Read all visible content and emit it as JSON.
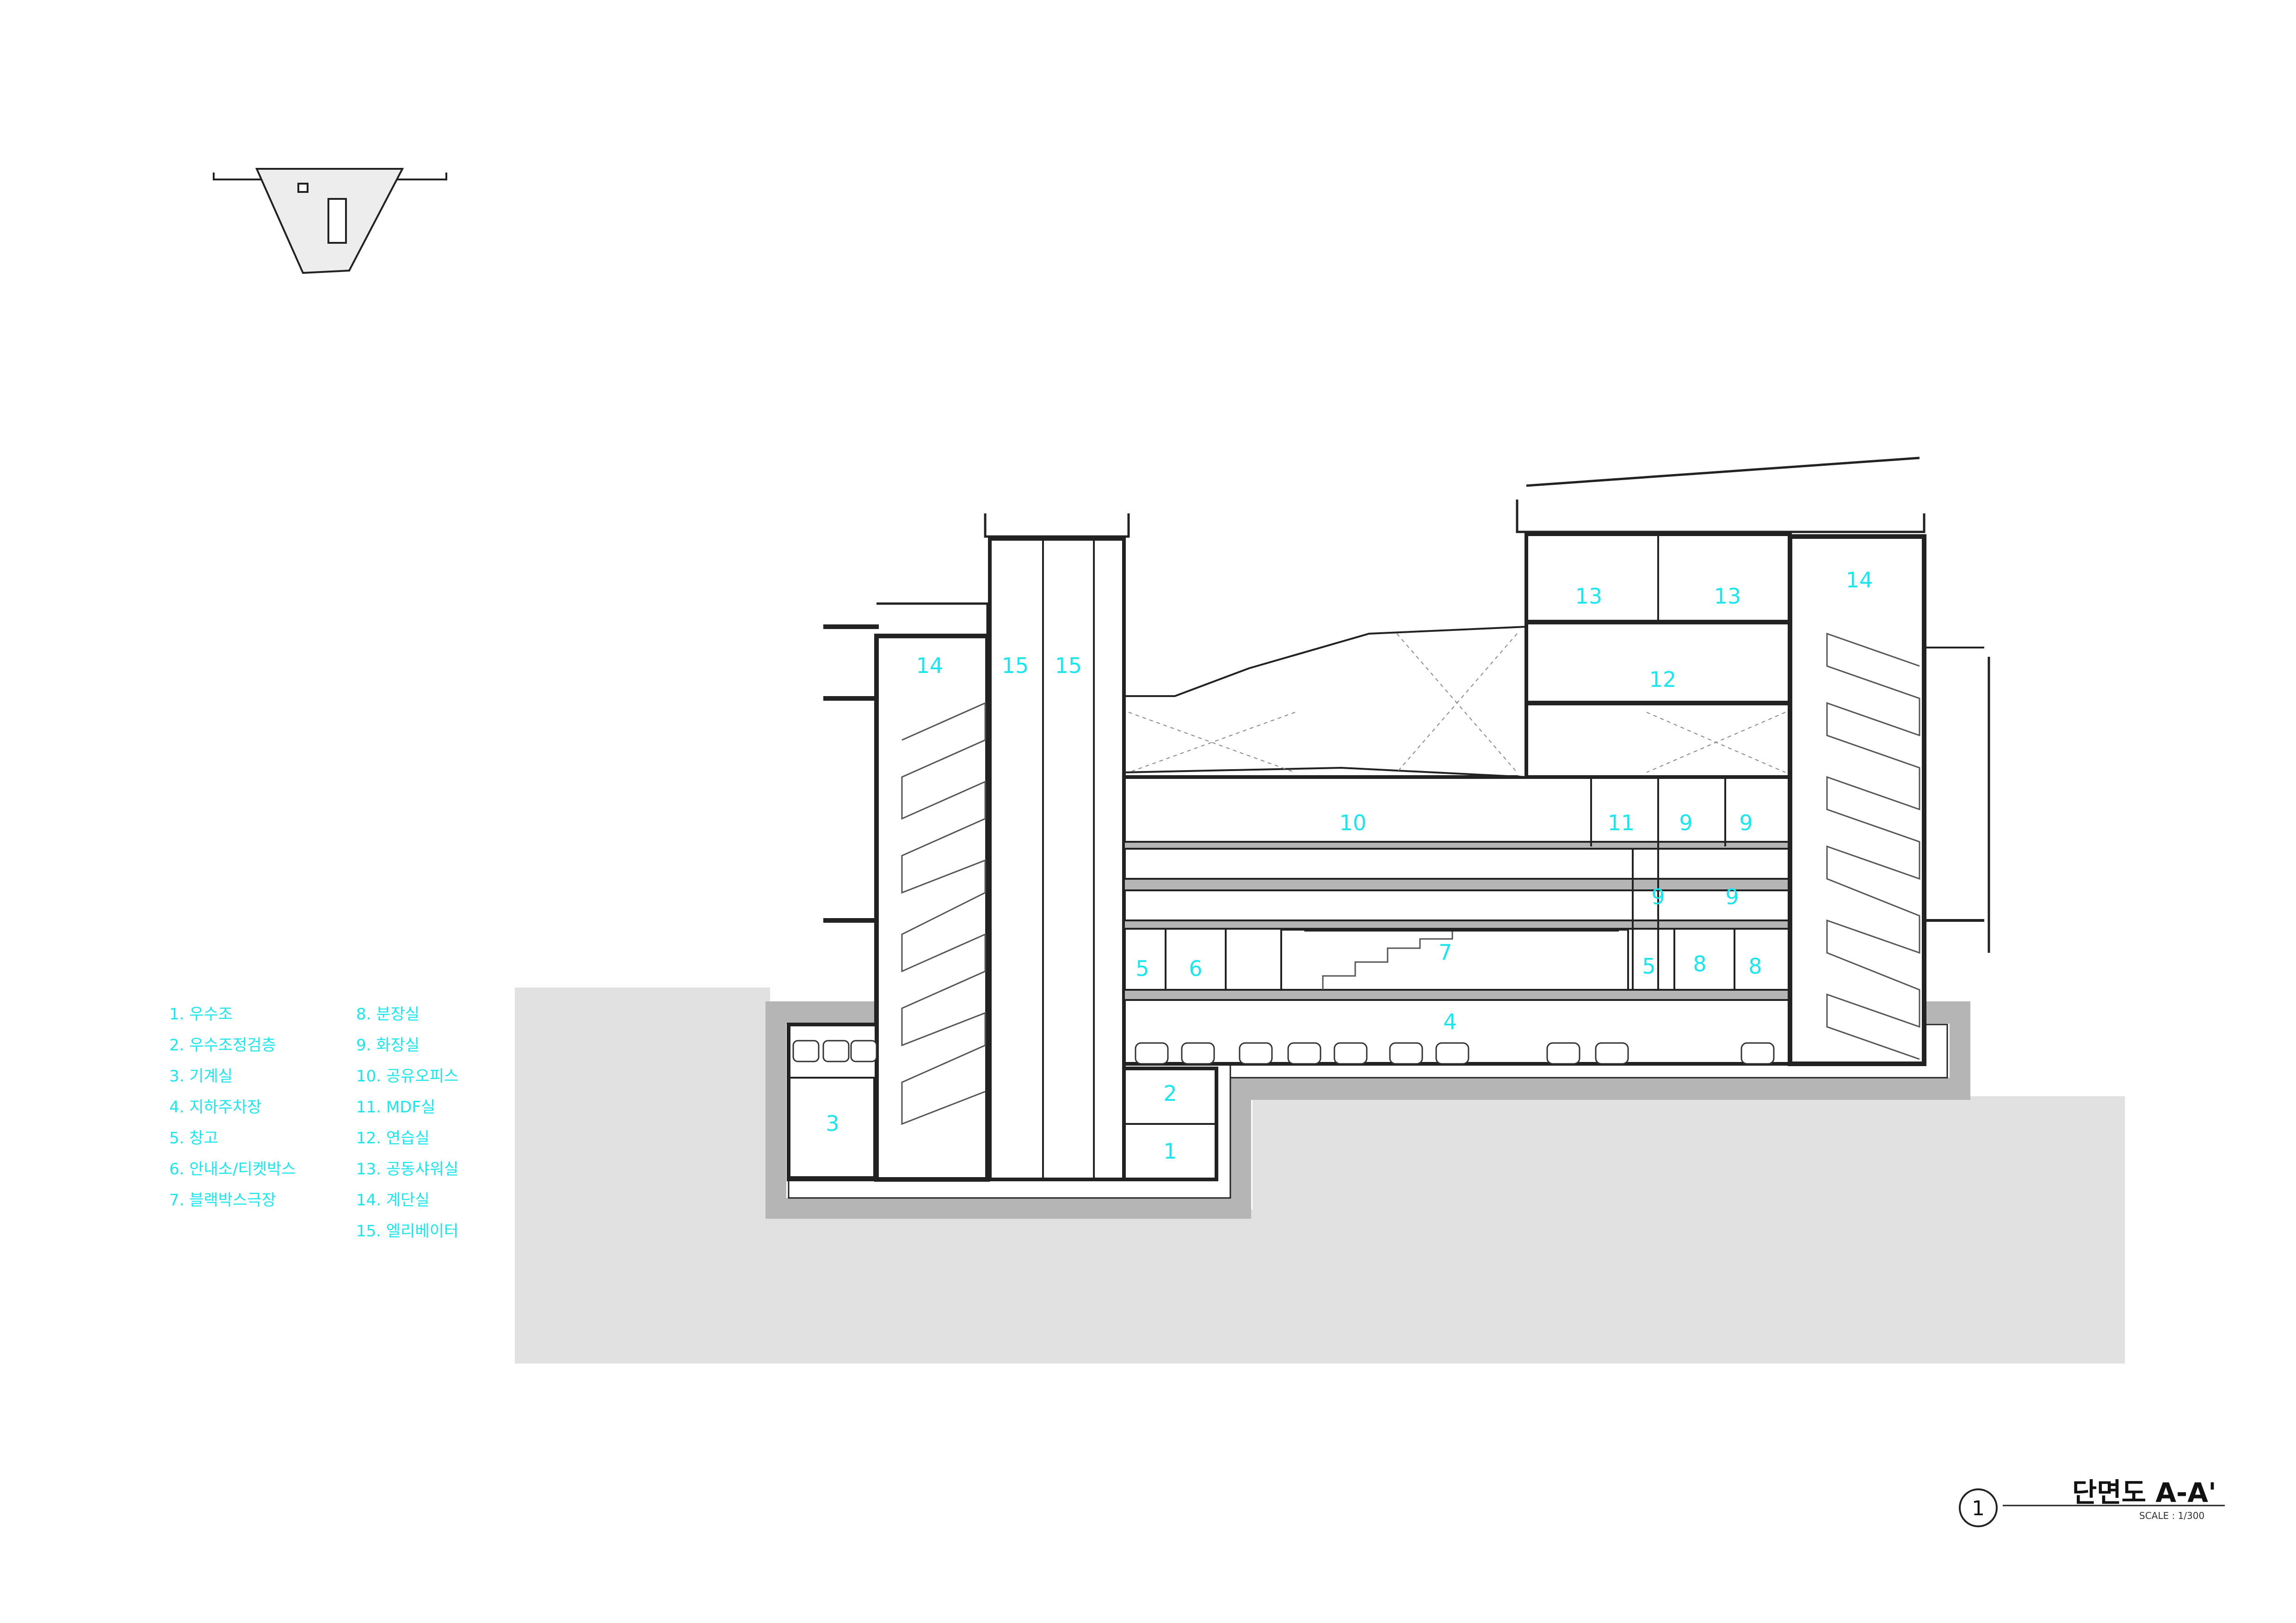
{
  "legend": [
    "1. 우수조",
    "2. 우수조정검층",
    "3. 기계실",
    "4. 지하주차장",
    "5. 창고",
    "6. 안내소/티켓박스",
    "7. 블랙박스극장",
    "8. 분장실",
    "9. 화장실",
    "10. 공유오피스",
    "11. MDF실",
    "12. 연습실",
    "13. 공동샤워실",
    "14. 계단실",
    "15. 엘리베이터"
  ],
  "room_numbers": [
    "1",
    "2",
    "3",
    "4",
    "5",
    "5",
    "6",
    "7",
    "8",
    "8",
    "9",
    "9",
    "9",
    "9",
    "10",
    "11",
    "12",
    "13",
    "13",
    "14",
    "14",
    "15",
    "15"
  ],
  "drawing_number": "1",
  "drawing_title": "단면도 A-A'",
  "scale_text": "SCALE : 1/300",
  "colors": {
    "label": "#19e6ee",
    "ground": "#e1e1e1",
    "wall": "#b5b5b5",
    "line": "#222222"
  }
}
